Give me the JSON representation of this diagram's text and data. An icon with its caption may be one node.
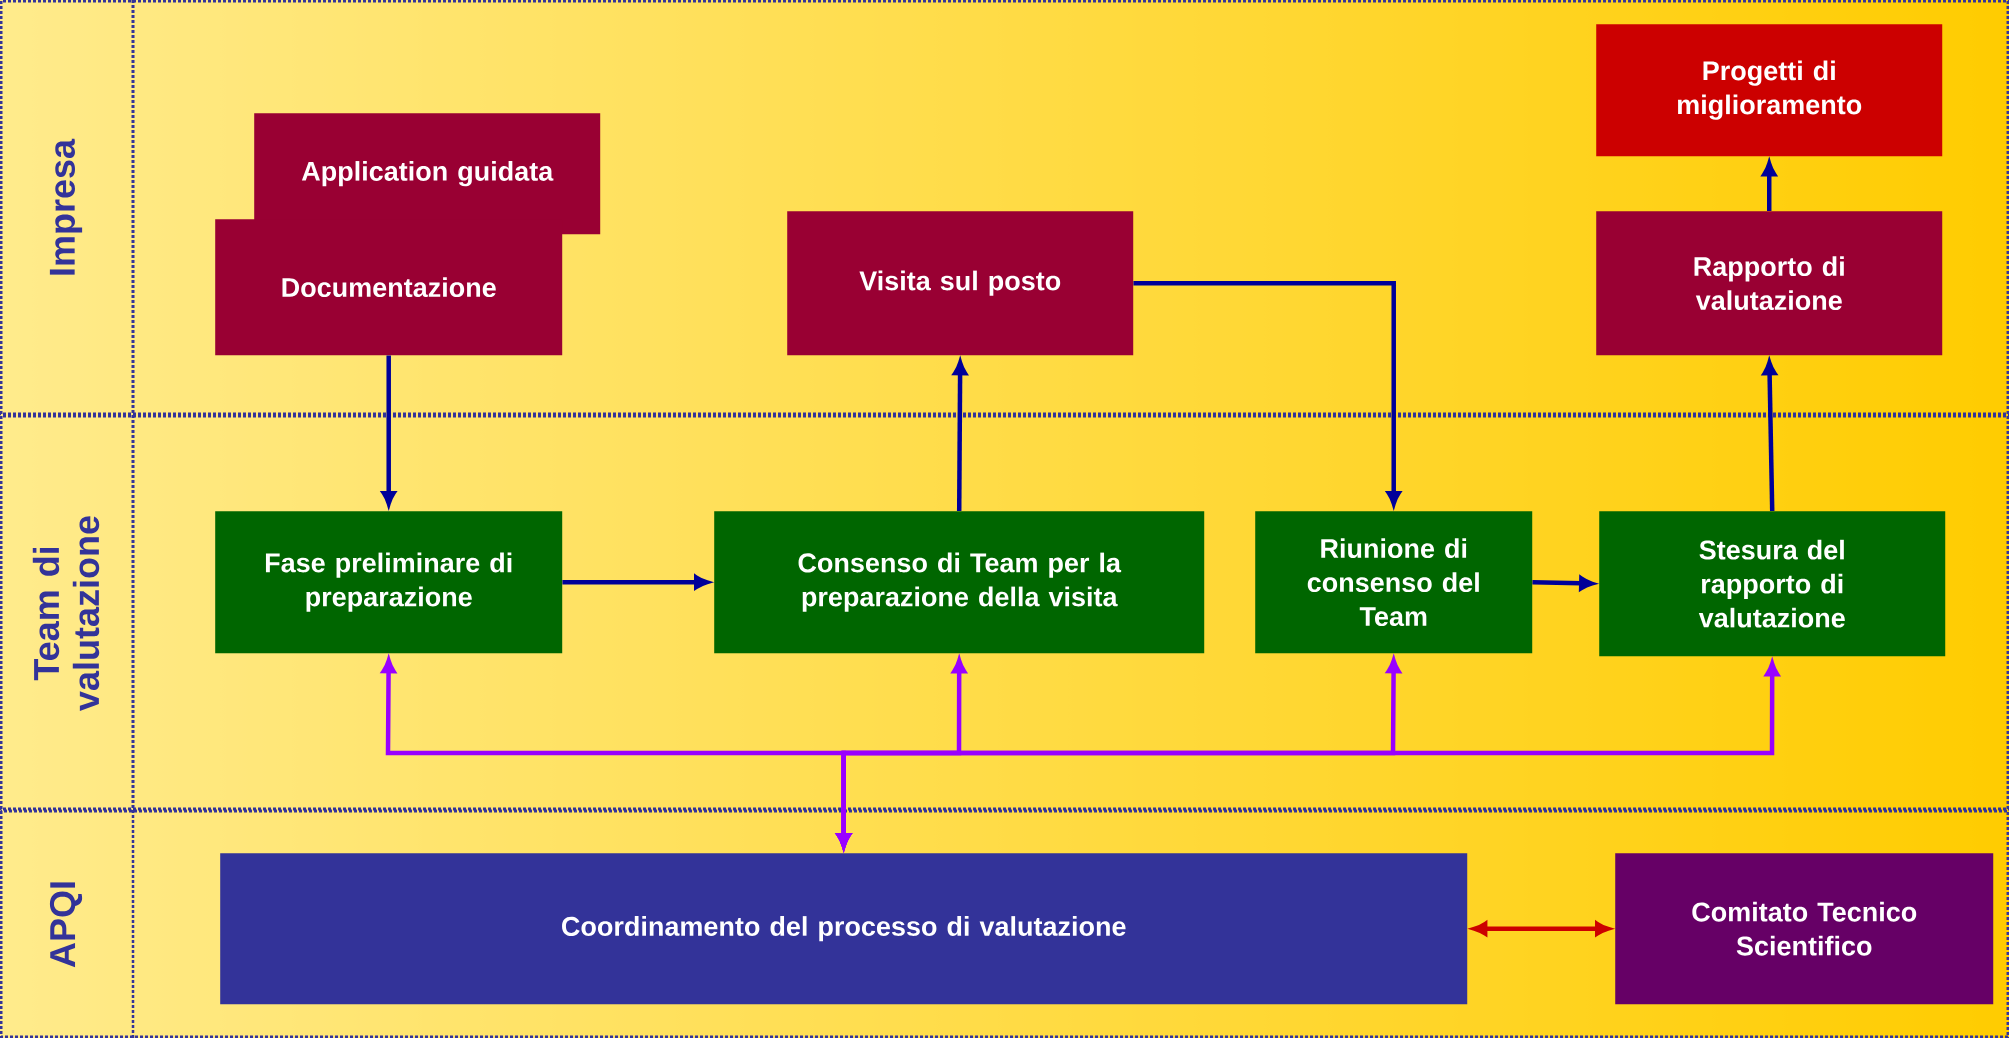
{
  "diagram": {
    "nodes": [
      {
        "text": [
          "Impresa"
        ]
      },
      {
        "text": [
          "Team di valutazione"
        ]
      },
      {
        "text": [
          "APQI"
        ]
      },
      {
        "text": [
          "Application guidata"
        ],
        "in": 0
      },
      {
        "text": [
          "Documentazione"
        ],
        "in": 0
      },
      {
        "text": [
          "Visita sul posto"
        ],
        "in": 0
      },
      {
        "text": [
          "Progetti di miglioramento"
        ],
        "in": 0
      },
      {
        "text": [
          "Rapporto di valutazione"
        ],
        "in": 0
      },
      {
        "text": [
          "Fase preliminare di preparazione"
        ],
        "in": 1
      },
      {
        "text": [
          "Consenso di Team per la preparazione della visita"
        ],
        "in": 1
      },
      {
        "text": [
          "Riunione di consenso del Team"
        ],
        "in": 1
      },
      {
        "text": [
          "Stesura del rapporto di valutazione"
        ],
        "in": 1
      },
      {
        "text": [
          "Coordinamento del processo di valutazione"
        ],
        "in": 2
      },
      {
        "text": [
          "Comitato Tecnico Scientifico"
        ],
        "in": 2
      }
    ],
    "edges": [
      {
        "from": 4,
        "to": 8,
        "arrow": "to"
      },
      {
        "from": 8,
        "to": 9,
        "arrow": "to"
      },
      {
        "from": 9,
        "to": 5,
        "arrow": "to"
      },
      {
        "from": 5,
        "to": 10,
        "arrow": "to"
      },
      {
        "from": 10,
        "to": 11,
        "arrow": "to"
      },
      {
        "from": 11,
        "to": 7,
        "arrow": "to"
      },
      {
        "from": 7,
        "to": 6,
        "arrow": "to"
      },
      {
        "from": 12,
        "to": 8,
        "arrow": "both",
        "color": "#9900ff"
      },
      {
        "from": 12,
        "to": 9,
        "arrow": "both",
        "color": "#9900ff"
      },
      {
        "from": 12,
        "to": 10,
        "arrow": "both",
        "color": "#9900ff"
      },
      {
        "from": 12,
        "to": 11,
        "arrow": "both",
        "color": "#9900ff"
      },
      {
        "from": 12,
        "to": 13,
        "arrow": "both",
        "color": "#cc0000"
      }
    ]
  }
}
